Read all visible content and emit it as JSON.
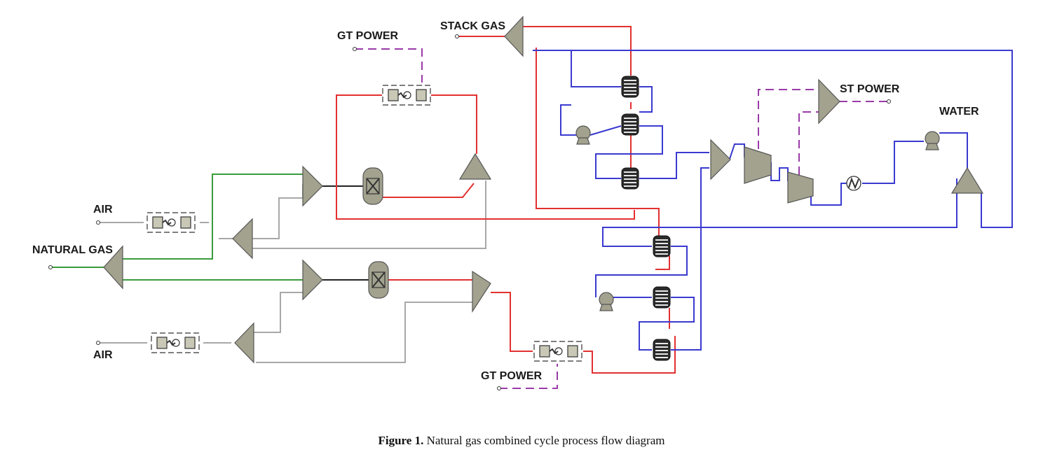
{
  "labels": {
    "gt_power_top": "GT POWER",
    "stack_gas": "STACK GAS",
    "st_power": "ST POWER",
    "water": "WATER",
    "air_top": "AIR",
    "natural_gas": "NATURAL GAS",
    "air_bottom": "AIR",
    "gt_power_bottom": "GT POWER"
  },
  "caption": {
    "figure": "Figure 1.",
    "text": " Natural gas combined cycle process flow diagram"
  },
  "colors": {
    "hot_gas": "#e23030",
    "water_steam": "#3a3ad0",
    "fuel": "#3a9a3a",
    "air": "#a8a8a8",
    "work": "#9a3aa8"
  }
}
